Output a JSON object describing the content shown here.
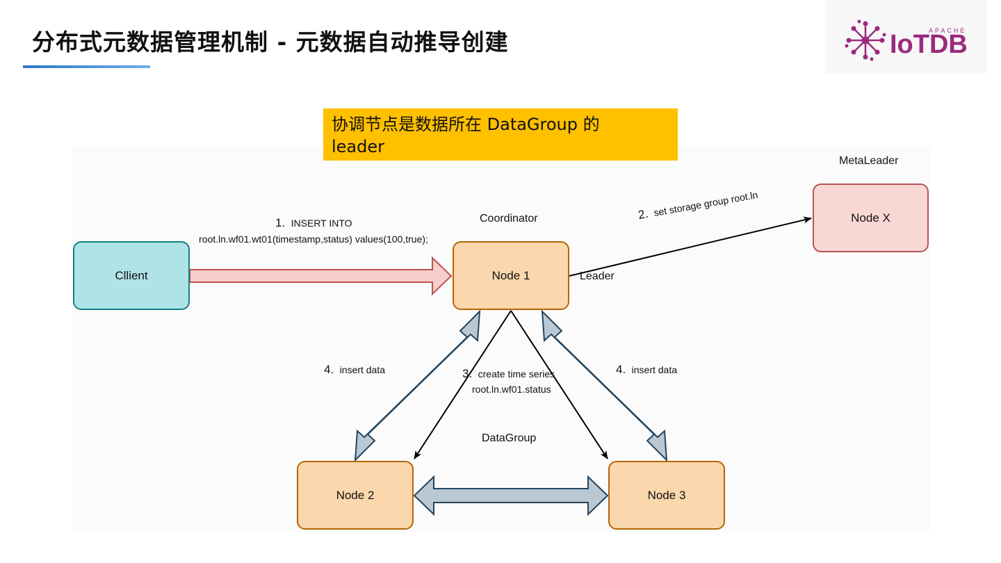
{
  "header": {
    "title": "分布式元数据管理机制 - 元数据自动推导创建",
    "logo_text": "IoTDB",
    "logo_tag": "APACHE"
  },
  "note": {
    "line1": "协调节点是数据所在 DataGroup 的",
    "line2": "leader"
  },
  "nodes": {
    "client": "Cllient",
    "node1": "Node 1",
    "node2": "Node 2",
    "node3": "Node 3",
    "nodex": "Node X"
  },
  "labels": {
    "coordinator": "Coordinator",
    "meta_leader": "MetaLeader",
    "leader": "Leader",
    "data_group": "DataGroup"
  },
  "steps": {
    "step1_num": "1.",
    "step1_text": "INSERT INTO",
    "step1_sql": "root.ln.wf01.wt01(timestamp,status) values(100,true);",
    "step2_num": "2.",
    "step2_text": "set storage group root.ln",
    "step3_num": "3.",
    "step3_text": "create time series",
    "step3_path": "root.ln.wf01.status",
    "step4_left_num": "4.",
    "step4_left_text": "insert data",
    "step4_right_num": "4.",
    "step4_right_text": "insert data"
  },
  "colors": {
    "note_bg": "#ffc000",
    "client_fill": "#b0e3e6",
    "client_stroke": "#0e8088",
    "node_fill": "#fad7ac",
    "node_stroke": "#b46504",
    "nodex_fill": "#f8d7d4",
    "nodex_stroke": "#b85450",
    "double_arrow_fill": "#bac8d3",
    "double_arrow_stroke": "#23445d",
    "insert_arrow_fill": "#f8cecc",
    "insert_arrow_stroke": "#b85450",
    "logo_purple": "#9b2a7c"
  }
}
